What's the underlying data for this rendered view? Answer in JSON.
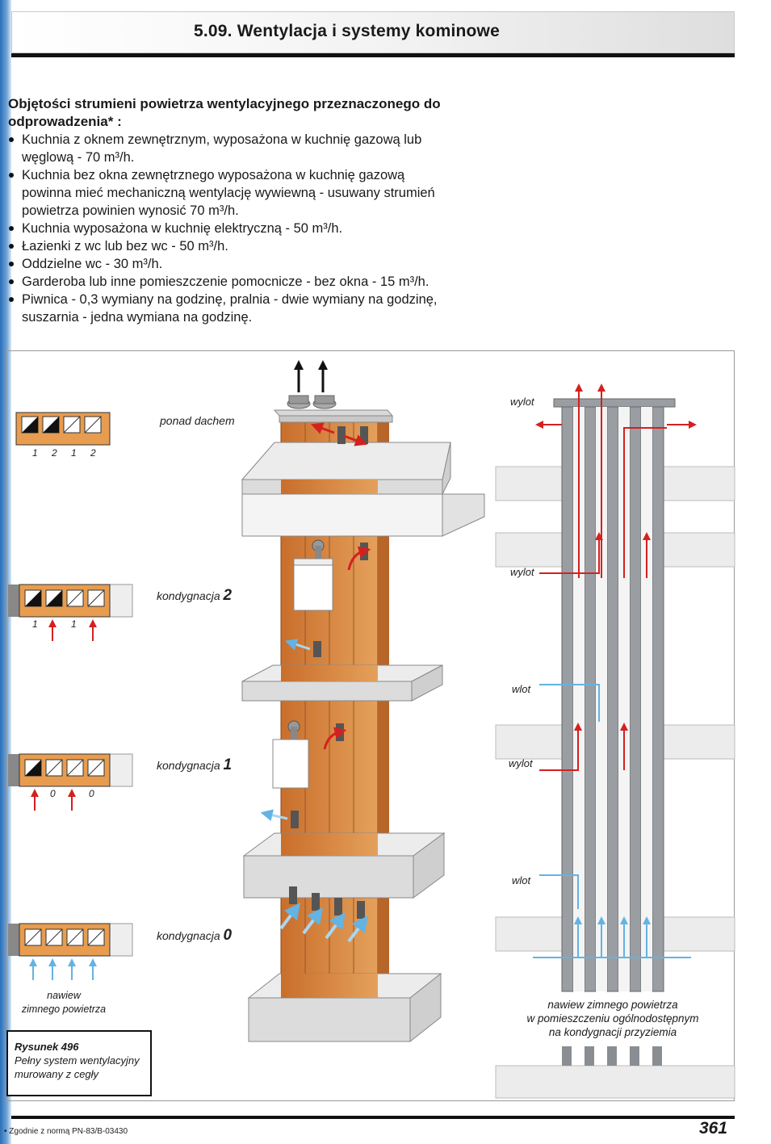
{
  "header": {
    "title": "5.09.  Wentylacja i systemy kominowe"
  },
  "intro": {
    "heading_l1": "Objętości strumieni powietrza wentylacyjnego przeznaczonego do",
    "heading_l2": "odprowadzenia* :",
    "items": [
      {
        "l1": "Kuchnia z oknem zewnętrznym, wyposażona w kuchnię gazową lub",
        "l2": "węglową - 70 m³/h."
      },
      {
        "l1": "Kuchnia bez okna zewnętrznego wyposażona w kuchnię gazową",
        "l2": "powinna mieć mechaniczną wentylację wywiewną - usuwany strumień",
        "l3": "powietrza powinien wynosić 70 m³/h."
      },
      {
        "l1": "Kuchnia wyposażona w kuchnię elektryczną - 50 m³/h."
      },
      {
        "l1": "Łazienki z wc lub bez wc - 50 m³/h."
      },
      {
        "l1": "Oddzielne wc - 30 m³/h."
      },
      {
        "l1": "Garderoba lub inne pomieszczenie pomocnicze - bez okna - 15 m³/h."
      },
      {
        "l1": "Piwnica - 0,3 wymiany na godzinę, pralnia - dwie wymiany na godzinę,",
        "l2": "suszarnia - jedna wymiana na godzinę."
      }
    ]
  },
  "figure": {
    "floors": {
      "roof": "ponad dachem",
      "f2_text": "kondygnacja ",
      "f2_num": "2",
      "f1_text": "kondygnacja ",
      "f1_num": "1",
      "f0_text": "kondygnacja ",
      "f0_num": "0"
    },
    "digits_roof": [
      "1",
      "2",
      "1",
      "2"
    ],
    "digits_f2": [
      "1",
      "1"
    ],
    "digits_f1": [
      "0",
      "0"
    ],
    "nawiew_left_l1": "nawiew",
    "nawiew_left_l2": "zimnego powietrza",
    "right_labels": {
      "wylot1": "wylot",
      "wylot2": "wylot",
      "wlot1": "wlot",
      "wylot3": "wylot",
      "wlot2": "wlot"
    },
    "nawiew_right_l1": "nawiew zimnego powietrza",
    "nawiew_right_l2": "w pomieszczeniu ogólnodostępnym",
    "nawiew_right_l3": "na kondygnacji przyziemia",
    "colors": {
      "brick": "#d9893a",
      "brick_dark": "#b8652a",
      "slab": "#e6e6e6",
      "warm_arrow": "#d42020",
      "cold_arrow": "#8ec9ec",
      "duct": "#9a9ea3"
    }
  },
  "caption": {
    "title": "Rysunek 496",
    "l1": "Pełny system wentylacyjny",
    "l2": "murowany z cegły"
  },
  "footer": {
    "footnote": "•   Zgodnie z normą PN-83/B-03430",
    "page_number": "361"
  }
}
